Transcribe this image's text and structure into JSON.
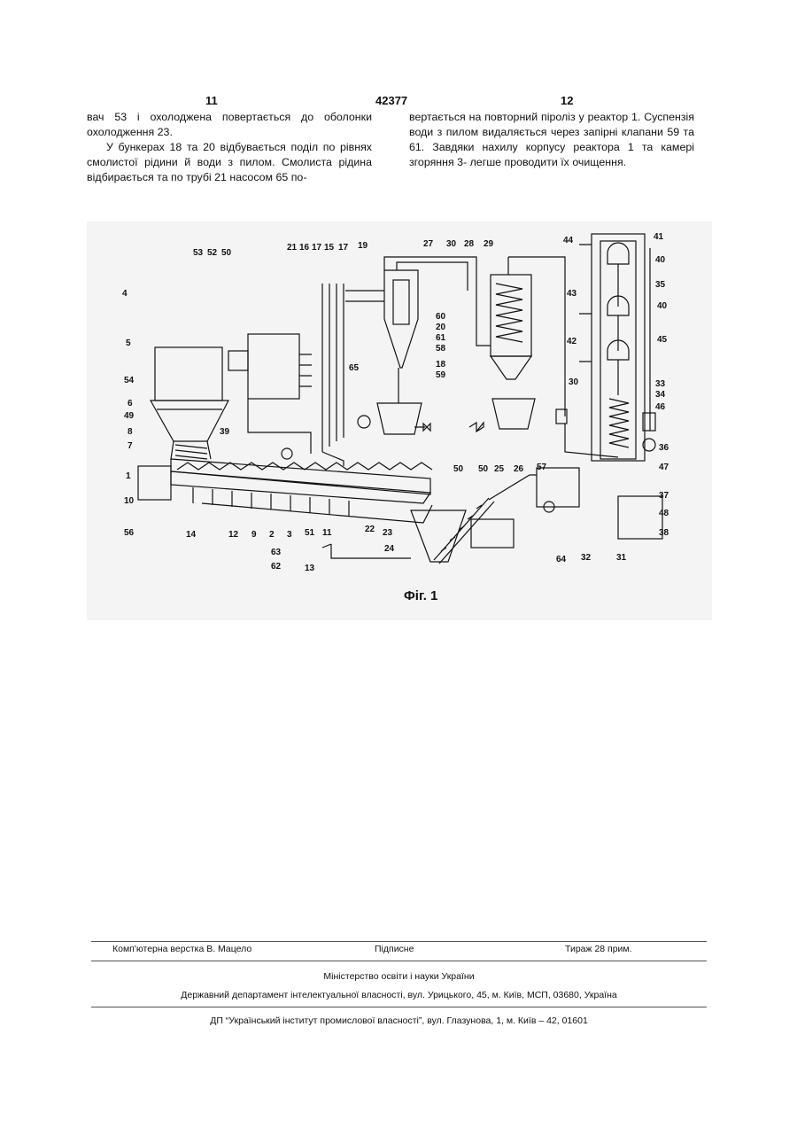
{
  "header": {
    "page_left": "11",
    "doc_number": "42377",
    "page_right": "12"
  },
  "col_left": {
    "p1": "вач 53 і охолоджена повертається до оболонки охолодження 23.",
    "p2": "У бункерах 18 та 20 відбувається поділ по рівнях смолистої рідини й води з пилом. Смолиста рідина відбирається та по трубі 21 насосом 65 по-"
  },
  "col_right": {
    "p1": "вертається на повторний піроліз у реактор 1. Суспензія води з пилом видаляється через запірні клапани 59 та 61. Завдяки нахилу корпусу реактора 1 та камері згоряння 3- легше проводити їх очищення."
  },
  "figure": {
    "caption": "Фіг. 1",
    "labels": {
      "l53": "53",
      "l52": "52",
      "l50a": "50",
      "l21": "21",
      "l16": "16",
      "l17a": "17",
      "l15": "15",
      "l17b": "17",
      "l19": "19",
      "l27": "27",
      "l30a": "30",
      "l28": "28",
      "l29": "29",
      "l44": "44",
      "l41": "41",
      "l40a": "40",
      "l43": "43",
      "l35": "35",
      "l40b": "40",
      "l42": "42",
      "l45": "45",
      "l4": "4",
      "l5": "5",
      "l54": "54",
      "l6": "6",
      "l49": "49",
      "l8": "8",
      "l7": "7",
      "l39": "39",
      "l65": "65",
      "l60": "60",
      "l20": "20",
      "l61": "61",
      "l58": "58",
      "l18": "18",
      "l59": "59",
      "l30b": "30",
      "l33": "33",
      "l34": "34",
      "l46": "46",
      "l36": "36",
      "l47": "47",
      "l1": "1",
      "l10": "10",
      "l50b": "50",
      "l50c": "50",
      "l25": "25",
      "l26": "26",
      "l57": "57",
      "l37": "37",
      "l48": "48",
      "l38": "38",
      "l56": "56",
      "l14": "14",
      "l12": "12",
      "l9": "9",
      "l2": "2",
      "l3": "3",
      "l51": "51",
      "l11": "11",
      "l22": "22",
      "l23": "23",
      "l24": "24",
      "l63": "63",
      "l62": "62",
      "l13": "13",
      "l64": "64",
      "l32": "32",
      "l31": "31"
    }
  },
  "footer": {
    "layout": "Комп'ютерна верстка В. Мацело",
    "signed": "Підписне",
    "print_run": "Тираж 28 прим.",
    "ministry": "Міністерство освіти і науки України",
    "department": "Державний департамент інтелектуальної власності, вул. Урицького, 45, м. Київ, МСП, 03680, Україна",
    "institute": "ДП “Український інститут промислової власності”, вул. Глазунова, 1, м. Київ – 42, 01601"
  }
}
